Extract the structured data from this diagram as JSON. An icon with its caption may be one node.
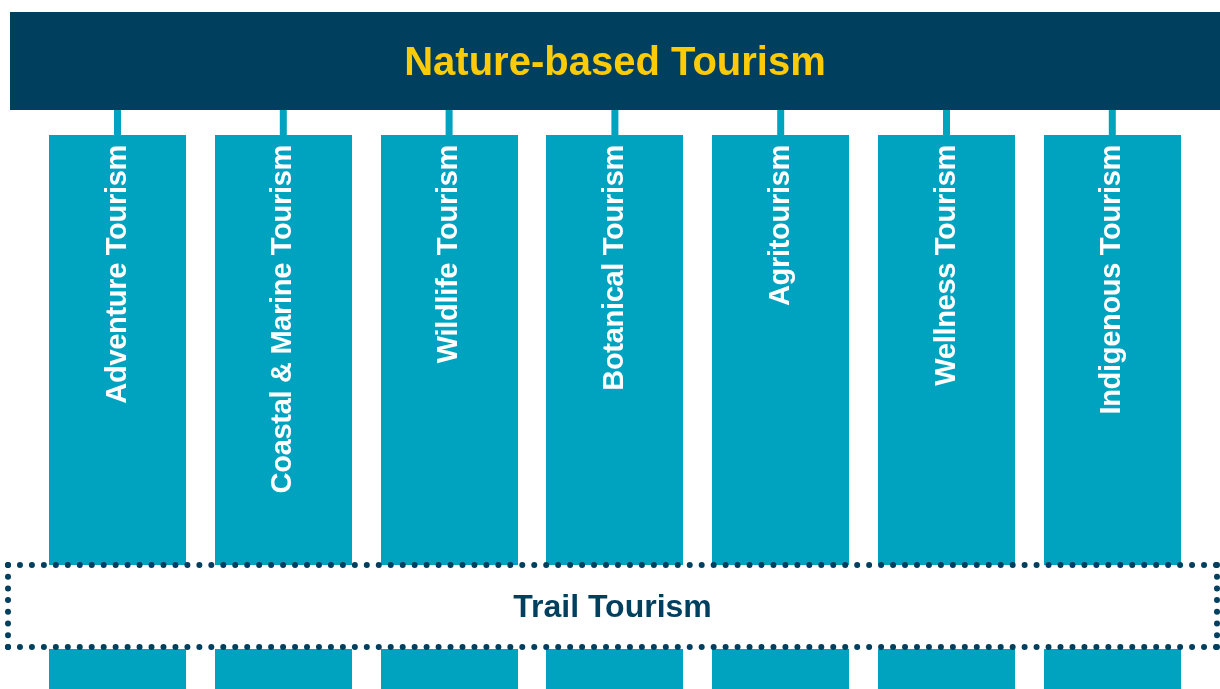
{
  "diagram": {
    "nodes": [
      {
        "text": [
          "Nature-based Tourism"
        ]
      },
      {
        "text": [
          "Adventure Tourism"
        ]
      },
      {
        "text": [
          "Coastal & Marine Tourism"
        ]
      },
      {
        "text": [
          "Wildlife Tourism"
        ]
      },
      {
        "text": [
          "Botanical Tourism"
        ]
      },
      {
        "text": [
          "Agritourism"
        ]
      },
      {
        "text": [
          "Wellness Tourism"
        ]
      },
      {
        "text": [
          "Indigenous Tourism"
        ]
      },
      {
        "text": [
          "Trail Tourism"
        ]
      },
      {
        "text": [],
        "shape": "bar"
      },
      {
        "text": [],
        "shape": "bar"
      },
      {
        "text": [],
        "shape": "bar"
      },
      {
        "text": [],
        "shape": "bar"
      },
      {
        "text": [],
        "shape": "bar"
      },
      {
        "text": [],
        "shape": "bar"
      },
      {
        "text": [],
        "shape": "bar"
      }
    ],
    "edges": [
      {
        "from": 0,
        "to": 1,
        "arrow": "none"
      },
      {
        "from": 0,
        "to": 2,
        "arrow": "none"
      },
      {
        "from": 0,
        "to": 3,
        "arrow": "none"
      },
      {
        "from": 0,
        "to": 4,
        "arrow": "none"
      },
      {
        "from": 0,
        "to": 5,
        "arrow": "none"
      },
      {
        "from": 0,
        "to": 6,
        "arrow": "none"
      },
      {
        "from": 0,
        "to": 7,
        "arrow": "none"
      }
    ]
  }
}
